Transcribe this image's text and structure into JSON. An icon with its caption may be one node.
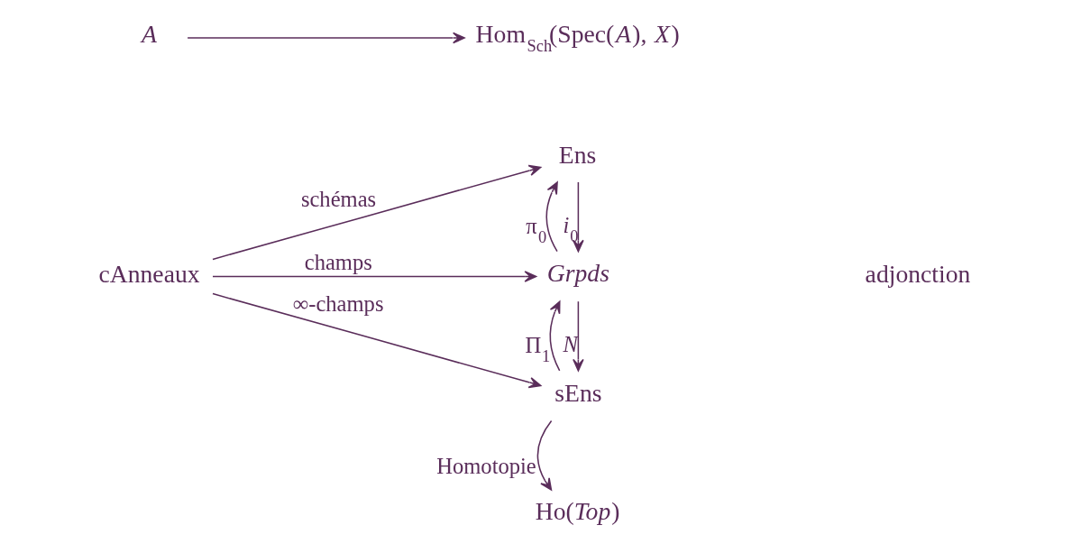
{
  "diagram": {
    "nodes": [
      {
        "text": [
          "*A*"
        ]
      },
      {
        "text": [
          "Hom$_{Sch}$(Spec(*A*), *X*)"
        ]
      },
      {
        "text": [
          "cAnneaux"
        ]
      },
      {
        "text": [
          "Ens"
        ]
      },
      {
        "text": [
          "*Grpds*"
        ]
      },
      {
        "text": [
          "sEns"
        ]
      },
      {
        "text": [
          "Ho(*Top*)"
        ]
      }
    ],
    "edges": [
      {
        "from": 0,
        "to": 1,
        "arrow": "to"
      },
      {
        "from": 2,
        "to": 3,
        "arrow": "to",
        "label": "schémas"
      },
      {
        "from": 2,
        "to": 4,
        "arrow": "to",
        "label": "champs"
      },
      {
        "from": 2,
        "to": 5,
        "arrow": "to",
        "label": "∞-champs"
      },
      {
        "from": 3,
        "to": 4,
        "arrow": "to",
        "label": "*i*$_{0}$"
      },
      {
        "from": 4,
        "to": 3,
        "arrow": "to",
        "label": "π$_{0}$"
      },
      {
        "from": 4,
        "to": 5,
        "arrow": "to",
        "label": "*N*"
      },
      {
        "from": 5,
        "to": 4,
        "arrow": "to",
        "label": "Π$_{1}$"
      },
      {
        "from": 5,
        "to": 6,
        "arrow": "to",
        "label": "Homotopie"
      }
    ],
    "labels": [
      "adjonction"
    ]
  }
}
